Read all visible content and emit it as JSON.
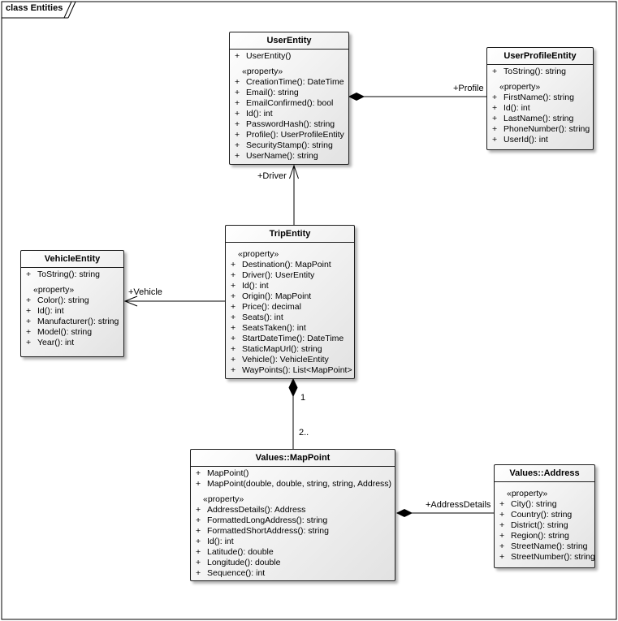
{
  "frame": {
    "label": "class Entities"
  },
  "diagram": {
    "classes": [
      {
        "name": "UserEntity",
        "stereotype": "«property»",
        "operations": [
          {
            "vis": "+",
            "text": "UserEntity()"
          }
        ],
        "properties": [
          {
            "vis": "+",
            "text": "CreationTime(): DateTime"
          },
          {
            "vis": "+",
            "text": "Email(): string"
          },
          {
            "vis": "+",
            "text": "EmailConfirmed(): bool"
          },
          {
            "vis": "+",
            "text": "Id(): int"
          },
          {
            "vis": "+",
            "text": "PasswordHash(): string"
          },
          {
            "vis": "+",
            "text": "Profile(): UserProfileEntity"
          },
          {
            "vis": "+",
            "text": "SecurityStamp(): string"
          },
          {
            "vis": "+",
            "text": "UserName(): string"
          }
        ]
      },
      {
        "name": "UserProfileEntity",
        "stereotype": "«property»",
        "operations": [
          {
            "vis": "+",
            "text": "ToString(): string"
          }
        ],
        "properties": [
          {
            "vis": "+",
            "text": "FirstName(): string"
          },
          {
            "vis": "+",
            "text": "Id(): int"
          },
          {
            "vis": "+",
            "text": "LastName(): string"
          },
          {
            "vis": "+",
            "text": "PhoneNumber(): string"
          },
          {
            "vis": "+",
            "text": "UserId(): int"
          }
        ]
      },
      {
        "name": "TripEntity",
        "stereotype": "«property»",
        "operations": [],
        "properties": [
          {
            "vis": "+",
            "text": "Destination(): MapPoint"
          },
          {
            "vis": "+",
            "text": "Driver(): UserEntity"
          },
          {
            "vis": "+",
            "text": "Id(): int"
          },
          {
            "vis": "+",
            "text": "Origin(): MapPoint"
          },
          {
            "vis": "+",
            "text": "Price(): decimal"
          },
          {
            "vis": "+",
            "text": "Seats(): int"
          },
          {
            "vis": "+",
            "text": "SeatsTaken(): int"
          },
          {
            "vis": "+",
            "text": "StartDateTime(): DateTime"
          },
          {
            "vis": "+",
            "text": "StaticMapUrl(): string"
          },
          {
            "vis": "+",
            "text": "Vehicle(): VehicleEntity"
          },
          {
            "vis": "+",
            "text": "WayPoints(): List<MapPoint>"
          }
        ]
      },
      {
        "name": "VehicleEntity",
        "stereotype": "«property»",
        "operations": [
          {
            "vis": "+",
            "text": "ToString(): string"
          }
        ],
        "properties": [
          {
            "vis": "+",
            "text": "Color(): string"
          },
          {
            "vis": "+",
            "text": "Id(): int"
          },
          {
            "vis": "+",
            "text": "Manufacturer(): string"
          },
          {
            "vis": "+",
            "text": "Model(): string"
          },
          {
            "vis": "+",
            "text": "Year(): int"
          }
        ]
      },
      {
        "name": "Values::MapPoint",
        "stereotype": "«property»",
        "operations": [
          {
            "vis": "+",
            "text": "MapPoint()"
          },
          {
            "vis": "+",
            "text": "MapPoint(double, double, string, string, Address)"
          }
        ],
        "properties": [
          {
            "vis": "+",
            "text": "AddressDetails(): Address"
          },
          {
            "vis": "+",
            "text": "FormattedLongAddress(): string"
          },
          {
            "vis": "+",
            "text": "FormattedShortAddress(): string"
          },
          {
            "vis": "+",
            "text": "Id(): int"
          },
          {
            "vis": "+",
            "text": "Latitude(): double"
          },
          {
            "vis": "+",
            "text": "Longitude(): double"
          },
          {
            "vis": "+",
            "text": "Sequence(): int"
          }
        ]
      },
      {
        "name": "Values::Address",
        "stereotype": "«property»",
        "operations": [],
        "properties": [
          {
            "vis": "+",
            "text": "City(): string"
          },
          {
            "vis": "+",
            "text": "Country(): string"
          },
          {
            "vis": "+",
            "text": "District(): string"
          },
          {
            "vis": "+",
            "text": "Region(): string"
          },
          {
            "vis": "+",
            "text": "StreetName(): string"
          },
          {
            "vis": "+",
            "text": "StreetNumber(): string"
          }
        ]
      }
    ],
    "connectors": {
      "profile": {
        "type": "composition",
        "from": "UserEntity",
        "to": "UserProfileEntity",
        "label": "+Profile"
      },
      "driver": {
        "type": "association",
        "from": "TripEntity",
        "to": "UserEntity",
        "label": "+Driver"
      },
      "vehicle": {
        "type": "association",
        "from": "TripEntity",
        "to": "VehicleEntity",
        "label": "+Vehicle"
      },
      "waypoints": {
        "type": "composition",
        "from": "TripEntity",
        "to": "Values::MapPoint",
        "source_multiplicity": "1",
        "target_multiplicity": "2.."
      },
      "address_details": {
        "type": "composition",
        "from": "Values::MapPoint",
        "to": "Values::Address",
        "label": "+AddressDetails"
      }
    }
  },
  "colors": {
    "box_fill_top": "#ffffff",
    "box_fill_bottom": "#e2e2e2",
    "box_border": "#1c1c1c",
    "line": "#000000",
    "background": "#ffffff",
    "text": "#000000"
  }
}
